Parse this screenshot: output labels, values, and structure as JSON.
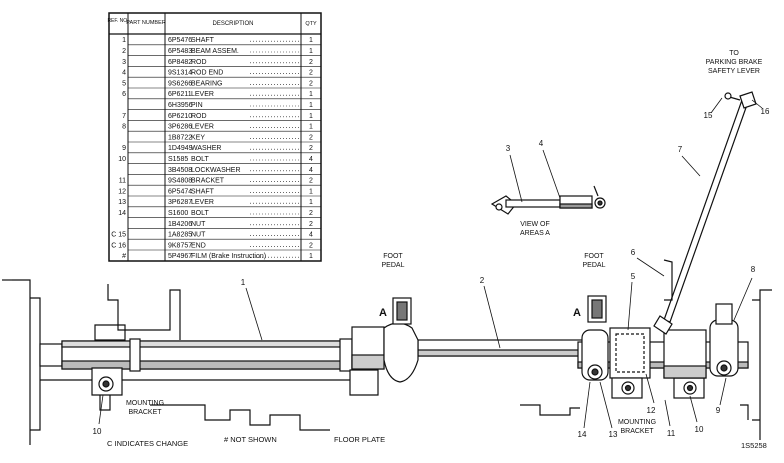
{
  "parts_table": {
    "headers": {
      "ref": "REF. NO.",
      "part": "PART NUMBER",
      "description": "DESCRIPTION",
      "qty": "QTY"
    },
    "rows": [
      {
        "ref": "1",
        "part": "6P5476",
        "desc": "SHAFT",
        "qty": "1"
      },
      {
        "ref": "2",
        "part": "6P5483",
        "desc": "BEAM ASSEM.",
        "qty": "1"
      },
      {
        "ref": "3",
        "part": "6P8482",
        "desc": "ROD",
        "qty": "2"
      },
      {
        "ref": "4",
        "part": "9S1314",
        "desc": "ROD END",
        "qty": "2"
      },
      {
        "ref": "5",
        "part": "9S6266",
        "desc": "BEARING",
        "qty": "2"
      },
      {
        "ref": "6",
        "part": "6P6211",
        "desc": "LEVER",
        "qty": "1"
      },
      {
        "ref": "",
        "part": "6H3956",
        "desc": "PIN",
        "qty": "1"
      },
      {
        "ref": "7",
        "part": "6P6210",
        "desc": "ROD",
        "qty": "1"
      },
      {
        "ref": "8",
        "part": "3P6286",
        "desc": "LEVER",
        "qty": "1"
      },
      {
        "ref": "",
        "part": "1B8722",
        "desc": "KEY",
        "qty": "2"
      },
      {
        "ref": "9",
        "part": "1D4949",
        "desc": "WASHER",
        "qty": "2"
      },
      {
        "ref": "10",
        "part": "S1585",
        "desc": "BOLT",
        "qty": "4"
      },
      {
        "ref": "",
        "part": "3B4508",
        "desc": "LOCKWASHER",
        "qty": "4"
      },
      {
        "ref": "11",
        "part": "9S4808",
        "desc": "BRACKET",
        "qty": "2"
      },
      {
        "ref": "12",
        "part": "6P5474",
        "desc": "SHAFT",
        "qty": "1"
      },
      {
        "ref": "13",
        "part": "3P6287",
        "desc": "LEVER",
        "qty": "1"
      },
      {
        "ref": "14",
        "part": "S1600",
        "desc": "BOLT",
        "qty": "2"
      },
      {
        "ref": "",
        "part": "1B4206",
        "desc": "NUT",
        "qty": "2"
      },
      {
        "ref": "C 15",
        "part": "1A8285",
        "desc": "NUT",
        "qty": "4"
      },
      {
        "ref": "C 16",
        "part": "9K8757",
        "desc": "END",
        "qty": "2"
      },
      {
        "ref": "#",
        "part": "5P4967",
        "desc": "FILM (Brake Instruction)",
        "qty": "1"
      }
    ]
  },
  "labels": {
    "foot_pedal_left": [
      "FOOT",
      "PEDAL"
    ],
    "foot_pedal_right": [
      "FOOT",
      "PEDAL"
    ],
    "section_a_left": "A",
    "section_a_right": "A",
    "view_of_areas": [
      "VIEW OF",
      "AREAS A"
    ],
    "to_parking_brake": [
      "TO",
      "PARKING BRAKE",
      "SAFETY LEVER"
    ],
    "mounting_bracket_left": [
      "MOUNTING",
      "BRACKET"
    ],
    "mounting_bracket_right": [
      "MOUNTING",
      "BRACKET"
    ],
    "c_indicates_change": "C INDICATES CHANGE",
    "not_shown": "# NOT SHOWN",
    "floor_plate": "FLOOR PLATE",
    "figure_number": "1S5258"
  },
  "callouts": {
    "c1": "1",
    "c2": "2",
    "c3": "3",
    "c4": "4",
    "c5": "5",
    "c6": "6",
    "c7": "7",
    "c8": "8",
    "c9": "9",
    "c10a": "10",
    "c10b": "10",
    "c11": "11",
    "c12": "12",
    "c13": "13",
    "c14": "14",
    "c15": "15",
    "c16": "16"
  }
}
